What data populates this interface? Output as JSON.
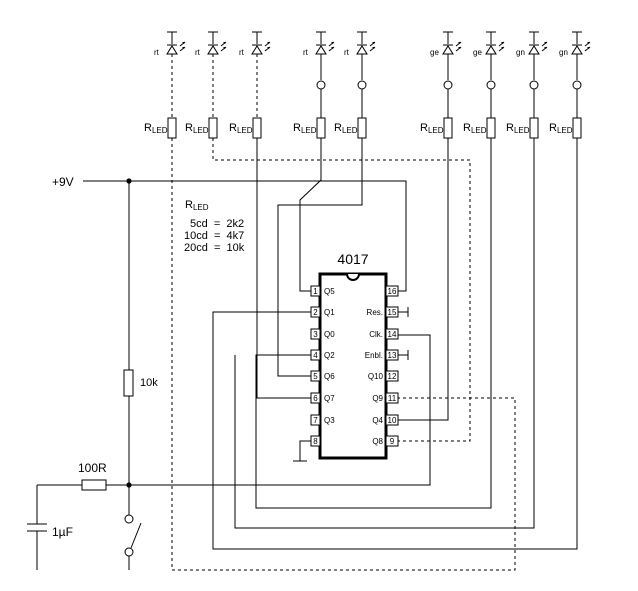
{
  "chip": {
    "name": "4017",
    "left_pins": [
      {
        "num": "1",
        "name": "Q5"
      },
      {
        "num": "2",
        "name": "Q1"
      },
      {
        "num": "3",
        "name": "Q0"
      },
      {
        "num": "4",
        "name": "Q2"
      },
      {
        "num": "5",
        "name": "Q6"
      },
      {
        "num": "6",
        "name": "Q7"
      },
      {
        "num": "7",
        "name": "Q3"
      },
      {
        "num": "8",
        "name": ""
      }
    ],
    "right_pins": [
      {
        "num": "16",
        "name": ""
      },
      {
        "num": "15",
        "name": "Res."
      },
      {
        "num": "14",
        "name": "Clk."
      },
      {
        "num": "13",
        "name": "Enbl."
      },
      {
        "num": "12",
        "name": "Q10"
      },
      {
        "num": "11",
        "name": "Q9"
      },
      {
        "num": "10",
        "name": "Q4"
      },
      {
        "num": "9",
        "name": "Q8"
      }
    ]
  },
  "leds": [
    "rt",
    "rt",
    "rt",
    "rt",
    "rt",
    "ge",
    "ge",
    "gn",
    "gn"
  ],
  "resistor": {
    "main": "R",
    "sub": "LED"
  },
  "table": {
    "heading_main": "R",
    "heading_sub": "LED",
    "rows": [
      "5cd  =  2k2",
      "10cd  =  4k7",
      "20cd  =  10k"
    ]
  },
  "supply": "+9V",
  "r_pullup": "10k",
  "r_series": "100R",
  "capacitor": "1µF"
}
